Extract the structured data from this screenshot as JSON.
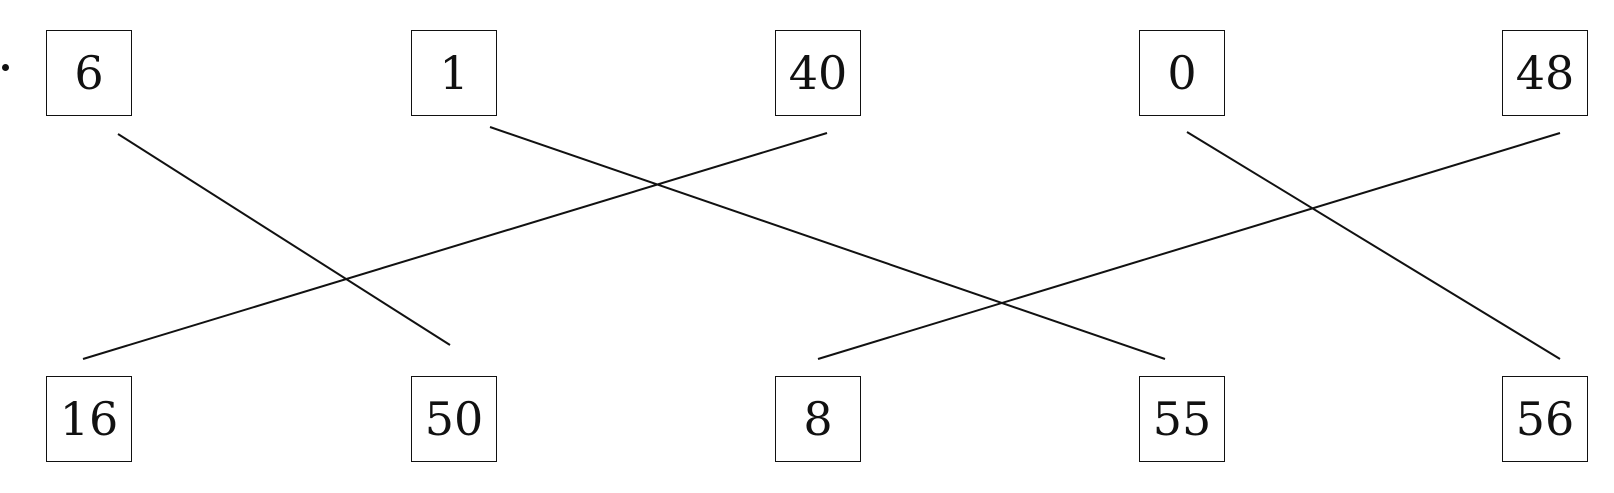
{
  "top_row": [
    {
      "label": "6"
    },
    {
      "label": "1"
    },
    {
      "label": "40"
    },
    {
      "label": "0"
    },
    {
      "label": "48"
    }
  ],
  "bottom_row": [
    {
      "label": "16"
    },
    {
      "label": "50"
    },
    {
      "label": "8"
    },
    {
      "label": "55"
    },
    {
      "label": "56"
    }
  ],
  "connections": [
    {
      "from": "6",
      "to": "50"
    },
    {
      "from": "1",
      "to": "55"
    },
    {
      "from": "40",
      "to": "16"
    },
    {
      "from": "0",
      "to": "56"
    },
    {
      "from": "48",
      "to": "8"
    }
  ]
}
